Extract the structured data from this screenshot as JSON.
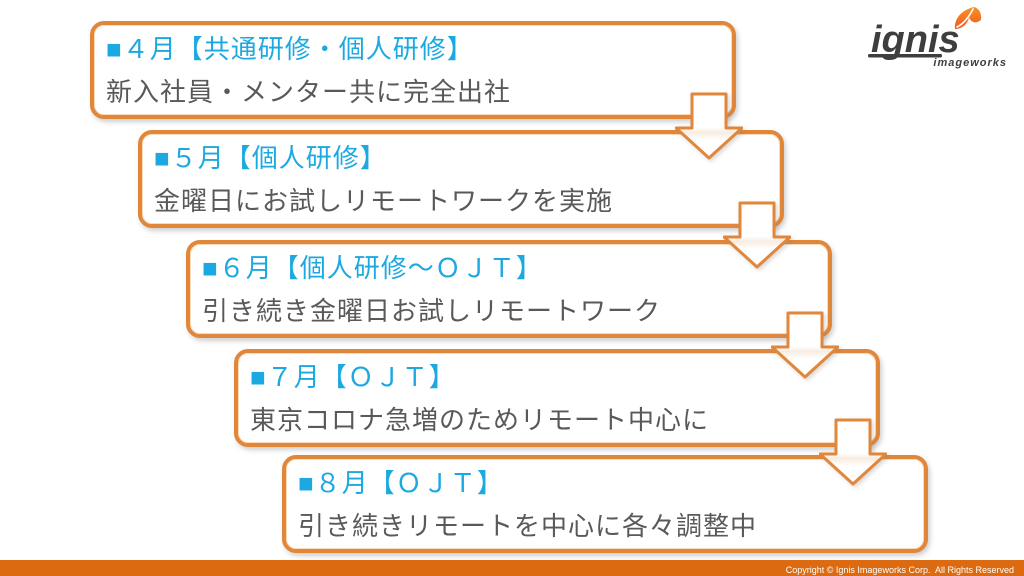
{
  "logo": {
    "name": "ignis",
    "subtext": "imageworks"
  },
  "steps": [
    {
      "title": "■４月【共通研修・個人研修】",
      "body": "新入社員・メンター共に完全出社"
    },
    {
      "title": "■５月【個人研修】",
      "body": "金曜日にお試しリモートワークを実施"
    },
    {
      "title": "■６月【個人研修～ＯＪＴ】",
      "body": "引き続き金曜日お試しリモートワーク"
    },
    {
      "title": "■７月【ＯＪＴ】",
      "body": "東京コロナ急増のためリモート中心に"
    },
    {
      "title": "■８月【ＯＪＴ】",
      "body": "引き続きリモートを中心に各々調整中"
    }
  ],
  "footer": {
    "text": "Copyright © Ignis Imageworks Corp.  All Rights Reserved"
  },
  "colors": {
    "accent_orange": "#E0873B",
    "title_cyan": "#1CA9E1",
    "body_gray": "#595959",
    "footer_orange": "#DC6A10",
    "logo_gray": "#3E3E3E",
    "flame_orange_1": "#F7931E",
    "flame_orange_2": "#F1582A"
  }
}
